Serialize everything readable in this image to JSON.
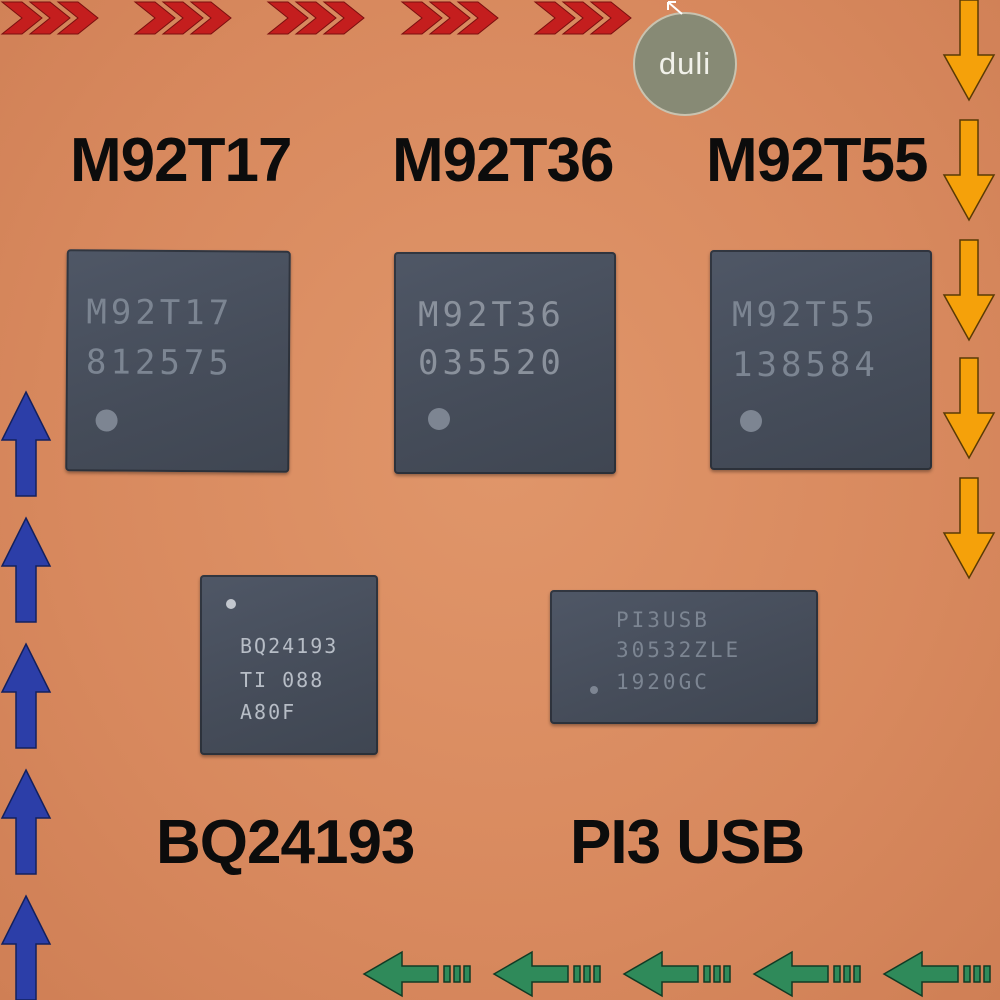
{
  "watermark": {
    "text": "duli",
    "color": "#878a75"
  },
  "labels": {
    "m92t17": "M92T17",
    "m92t36": "M92T36",
    "m92t55": "M92T55",
    "bq24193": "BQ24193",
    "pi3usb": "PI3 USB"
  },
  "chips": {
    "m92t17": {
      "line1": "M92T17",
      "line2": "812575"
    },
    "m92t36": {
      "line1": "M92T36",
      "line2": "035520"
    },
    "m92t55": {
      "line1": "M92T55",
      "line2": "138584"
    },
    "bq24193": {
      "line1": "BQ24193",
      "line2": "TI 088",
      "line3": "A80F"
    },
    "pi3usb": {
      "line1": "PI3USB",
      "line2": "30532ZLE",
      "line3": "1920GC"
    }
  },
  "decor": {
    "top_arrows_color": "#c41e1e",
    "right_arrows_color": "#f5a10a",
    "left_arrows_color": "#2c3ea8",
    "bottom_arrows_color": "#2f8a5a",
    "icons": [
      "chevron-right-icon",
      "arrow-down-icon",
      "arrow-up-icon",
      "arrow-left-icon"
    ]
  }
}
